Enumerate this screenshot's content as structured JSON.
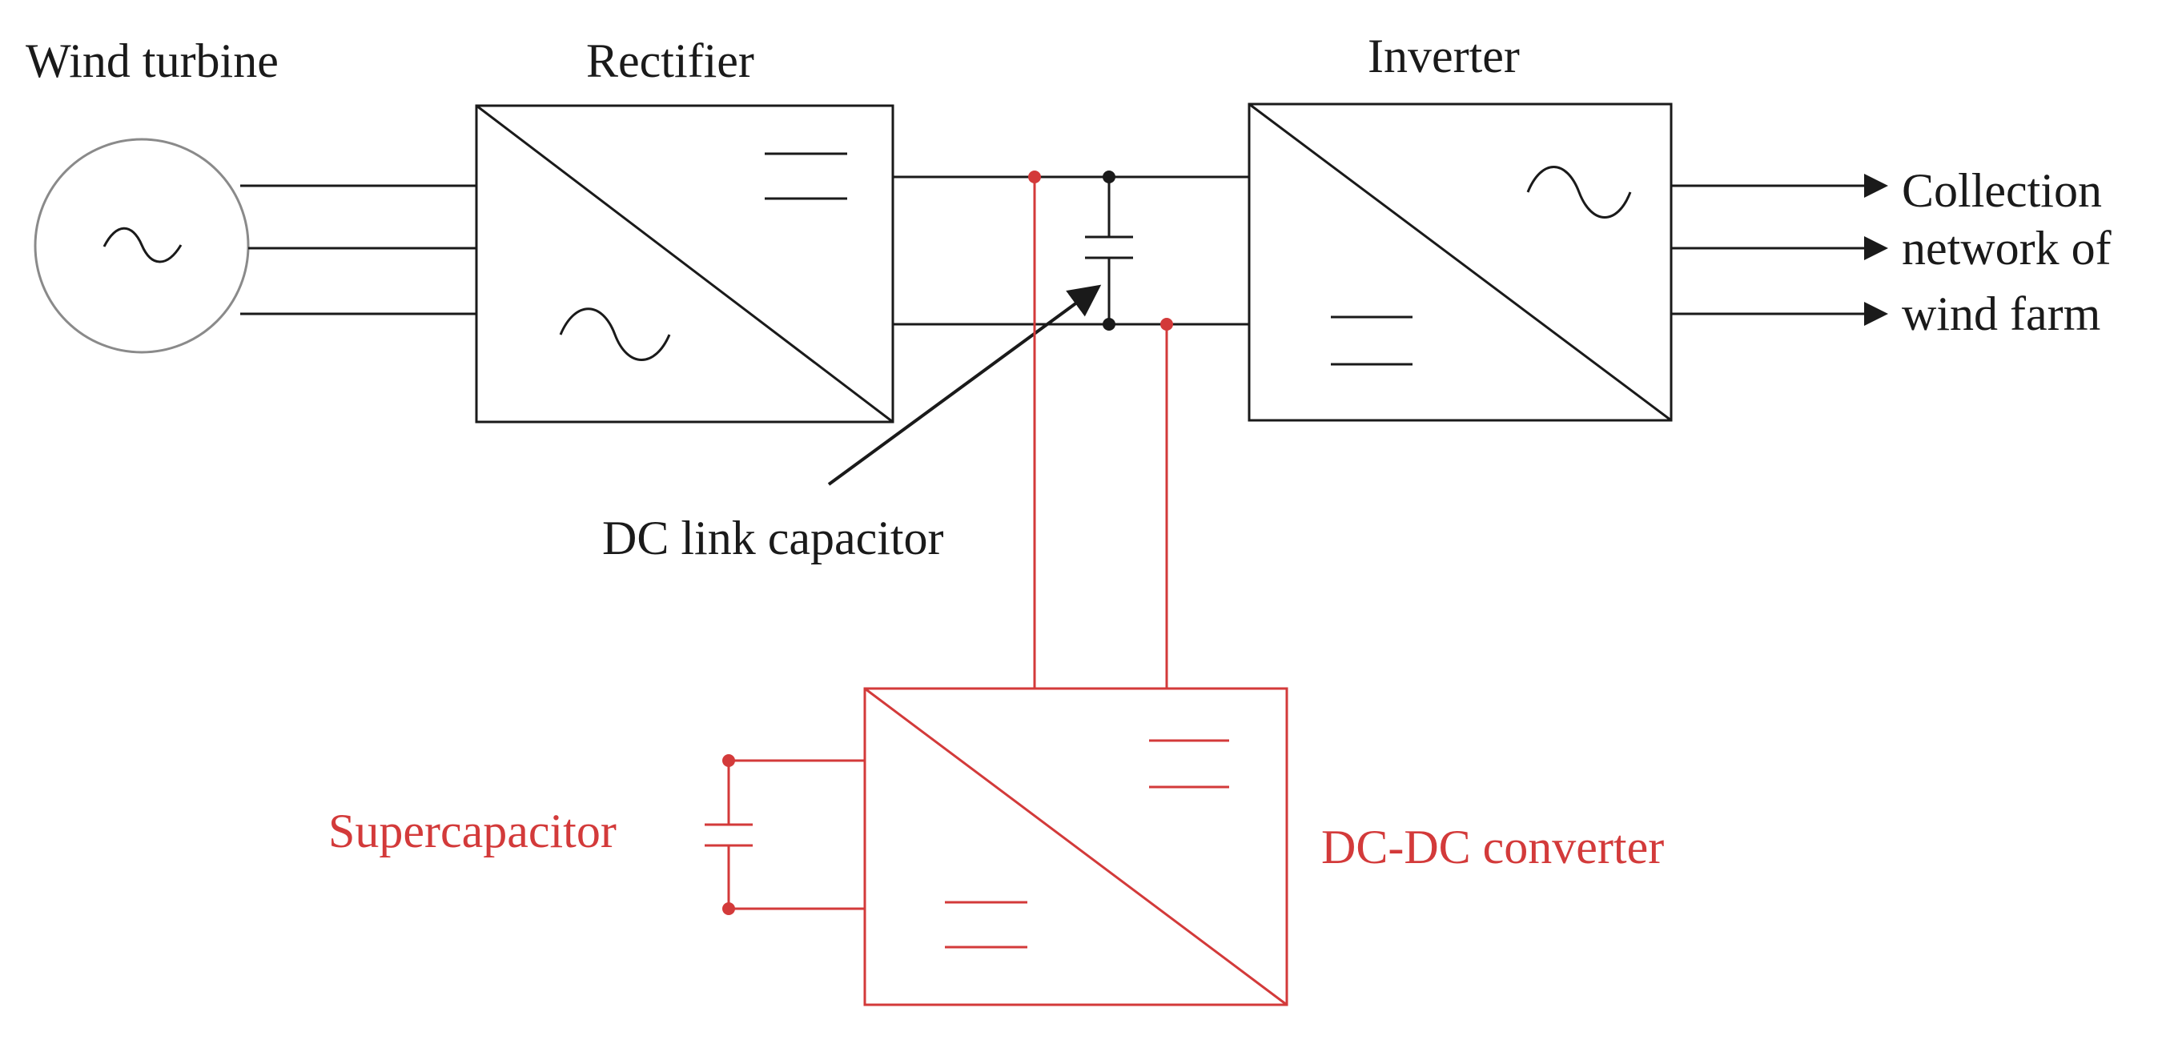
{
  "labels": {
    "wind_turbine": "Wind turbine",
    "rectifier": "Rectifier",
    "inverter": "Inverter",
    "collection_line1": "Collection",
    "collection_line2": "network of",
    "collection_line3": "wind farm",
    "dc_link_capacitor": "DC link capacitor",
    "supercapacitor": "Supercapacitor",
    "dcdc_converter": "DC-DC converter"
  },
  "colors": {
    "main": "#1a1a1a",
    "accent": "#d33a3a",
    "turbine_outline": "#8a8a8a"
  }
}
